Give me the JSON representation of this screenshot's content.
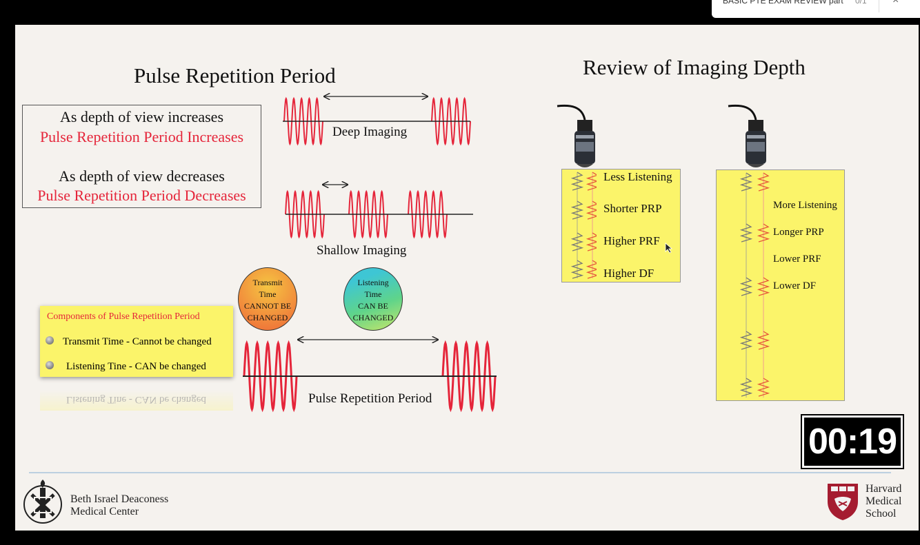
{
  "browser": {
    "tab_title": "BASIC PTE EXAM REVIEW part",
    "tab_counter": "0/1",
    "close_symbol": "×"
  },
  "slide": {
    "left_title": "Pulse Repetition Period",
    "right_title": "Review of Imaging Depth",
    "box": {
      "line1": "As depth of view increases",
      "line2": "Pulse Repetition Period Increases",
      "line3": "As depth of view decreases",
      "line4": "Pulse Repetition Period Decreases"
    },
    "deep_label": "Deep Imaging",
    "shallow_label": "Shallow Imaging",
    "transmit_circle": [
      "Transmit",
      "Time",
      "CANNOT BE",
      "CHANGED"
    ],
    "listening_circle": [
      "Listening",
      "Time",
      "CAN BE",
      "CHANGED"
    ],
    "components": {
      "title": "Components of Pulse Repetition Period",
      "item1": "Transmit Time - Cannot be changed",
      "item2": "Listening Tine - CAN be changed"
    },
    "prp_label": "Pulse Repetition Period",
    "shallow_box": [
      "Less Listening",
      "Shorter PRP",
      "Higher PRF",
      "Higher DF"
    ],
    "deep_box": [
      "More Listening",
      "Longer PRP",
      "Lower PRF",
      "Lower DF"
    ],
    "timer": "00:19",
    "footer_left": [
      "Beth Israel Deaconess",
      "Medical Center"
    ],
    "footer_right": [
      "Harvard",
      "Medical",
      "School"
    ]
  },
  "colors": {
    "accent_red": "#e5253a",
    "highlight_yellow": "#fbf46a",
    "slide_bg": "#f5f2ee",
    "harvard_crimson": "#a51c30"
  }
}
